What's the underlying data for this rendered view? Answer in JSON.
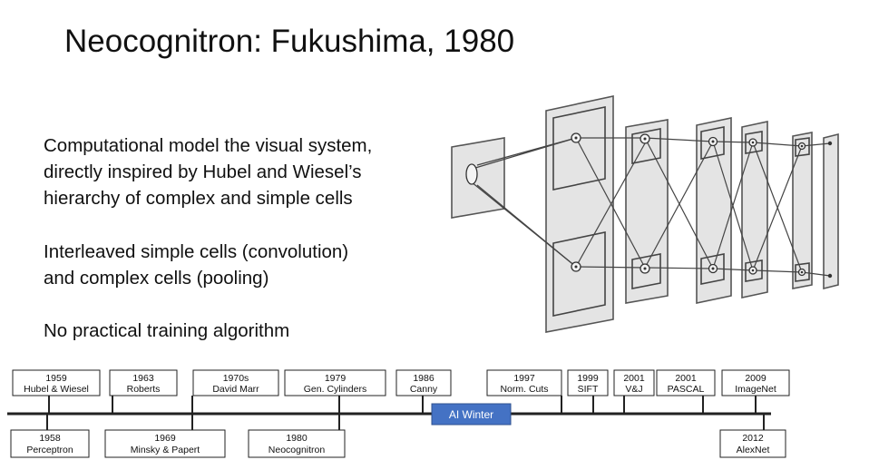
{
  "slide": {
    "title": "Neocognitron: Fukushima, 1980",
    "paragraphs": [
      [
        "Computational model the visual system,",
        "directly inspired by Hubel and Wiesel’s",
        "hierarchy of complex and simple cells"
      ],
      [
        "Interleaved simple cells (convolution)",
        "and complex cells (pooling)"
      ],
      [
        "No practical training algorithm"
      ]
    ]
  },
  "timeline": {
    "top": [
      {
        "year": "1959",
        "name": "Hubel & Wiesel"
      },
      {
        "year": "1963",
        "name": "Roberts"
      },
      {
        "year": "1970s",
        "name": "David Marr"
      },
      {
        "year": "1979",
        "name": "Gen. Cylinders"
      },
      {
        "year": "1986",
        "name": "Canny"
      },
      {
        "year": "1997",
        "name": "Norm. Cuts"
      },
      {
        "year": "1999",
        "name": "SIFT"
      },
      {
        "year": "2001",
        "name": "V&J"
      },
      {
        "year": "2001",
        "name": "PASCAL"
      },
      {
        "year": "2009",
        "name": "ImageNet"
      }
    ],
    "bottom": [
      {
        "year": "1958",
        "name": "Perceptron"
      },
      {
        "year": "1969",
        "name": "Minsky & Papert"
      },
      {
        "year": "1980",
        "name": "Neocognitron"
      },
      {
        "year": "2012",
        "name": "AlexNet"
      }
    ],
    "ai_winter": "AI Winter"
  },
  "colors": {
    "ai_winter_fill": "#4472C4",
    "layer_fill": "#e4e4e4",
    "layer_stroke": "#555555"
  }
}
